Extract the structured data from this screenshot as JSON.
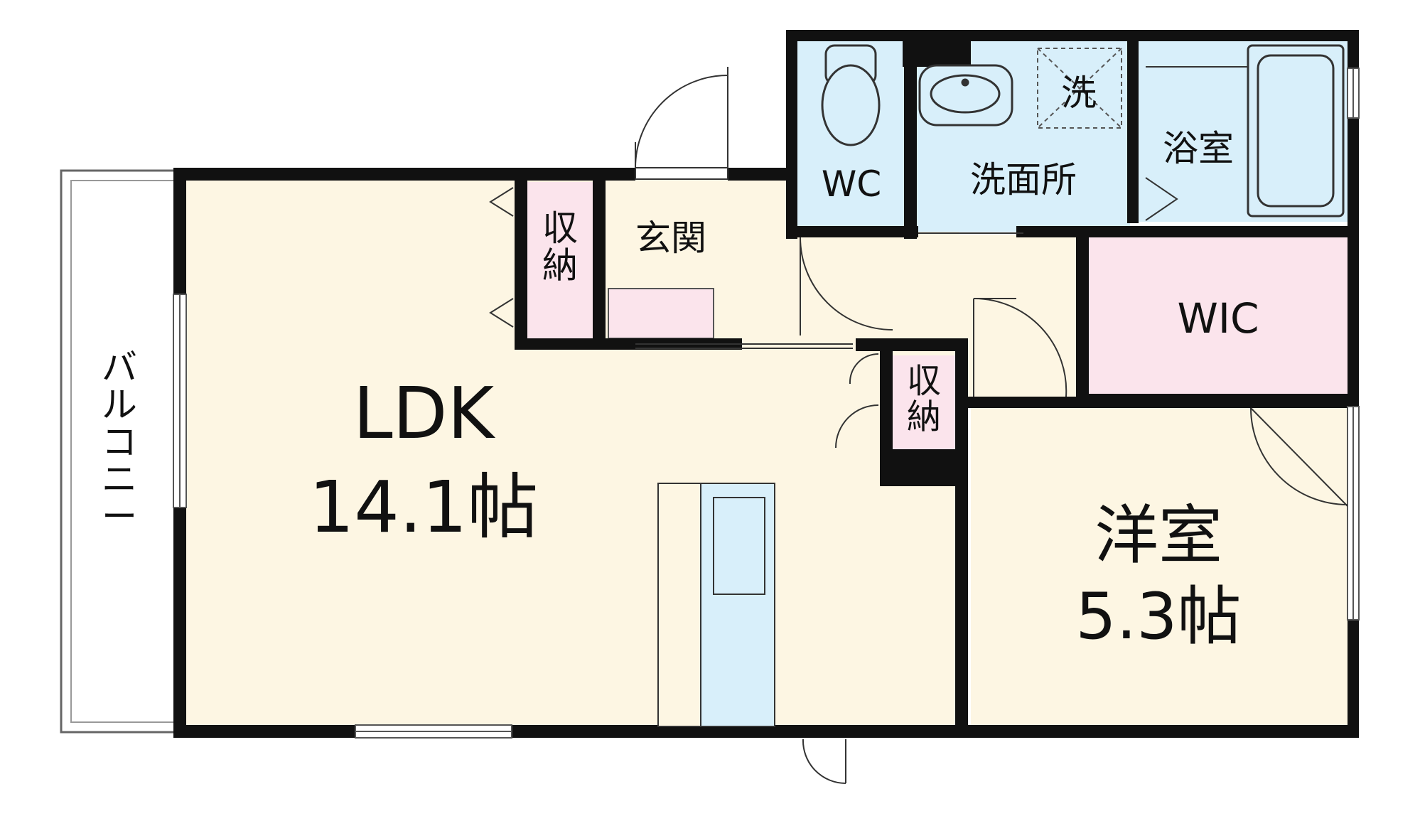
{
  "colors": {
    "wall": "#111111",
    "living": "#fdf6e3",
    "wet_area": "#d8effa",
    "storage": "#fbe4ec",
    "balcony": "#ffffff",
    "line": "#555555"
  },
  "rooms": {
    "ldk": {
      "name": "LDK",
      "size": "14.1帖"
    },
    "western": {
      "name": "洋室",
      "size": "5.3帖"
    },
    "entrance": {
      "name": "玄関"
    },
    "storage_entrance": {
      "name": "収\n納"
    },
    "storage_ldk": {
      "name": "収\n納"
    },
    "wc": {
      "name": "WC"
    },
    "washroom": {
      "name": "洗面所"
    },
    "washer": {
      "name": "洗"
    },
    "bath": {
      "name": "浴室"
    },
    "wic": {
      "name": "WIC"
    },
    "balcony": {
      "name": "バ\nル\nコ\nニ\nー"
    }
  },
  "icons": [
    "toilet-icon",
    "sink-icon",
    "bathtub-icon",
    "kitchen-counter-icon",
    "door-swing-icon"
  ]
}
